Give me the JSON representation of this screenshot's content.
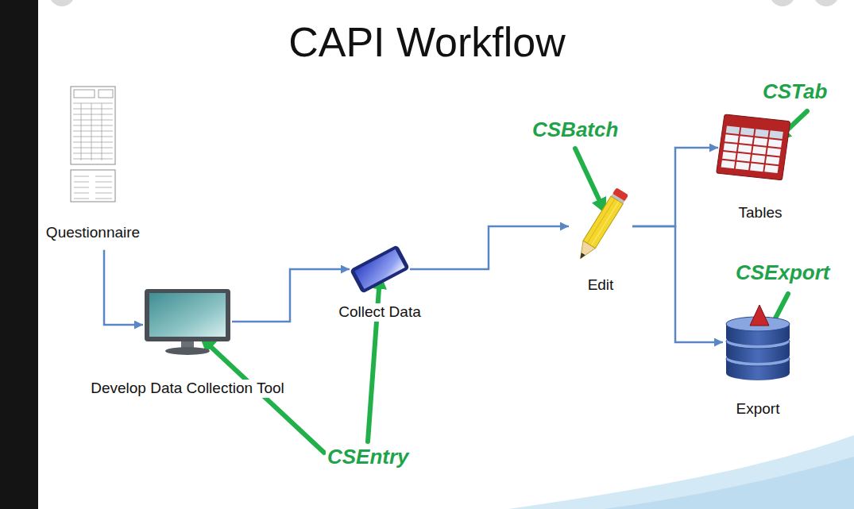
{
  "diagram": {
    "title": "CAPI Workflow",
    "nodes": [
      {
        "text": [
          "Questionnaire"
        ]
      },
      {
        "text": [
          "Develop Data Collection Tool"
        ]
      },
      {
        "text": [
          "Collect Data"
        ]
      },
      {
        "text": [
          "Edit"
        ]
      },
      {
        "text": [
          "Tables"
        ]
      },
      {
        "text": [
          "Export"
        ]
      }
    ],
    "edges": [
      {
        "from": 0,
        "to": 1,
        "arrow": "to"
      },
      {
        "from": 1,
        "to": 2,
        "arrow": "to"
      },
      {
        "from": 2,
        "to": 3,
        "arrow": "to"
      },
      {
        "from": 3,
        "to": 4,
        "arrow": "to"
      },
      {
        "from": 3,
        "to": 5,
        "arrow": "to"
      }
    ],
    "labels": [
      "CSTab",
      "CSBatch",
      "CSExport",
      "CSEntry"
    ]
  }
}
